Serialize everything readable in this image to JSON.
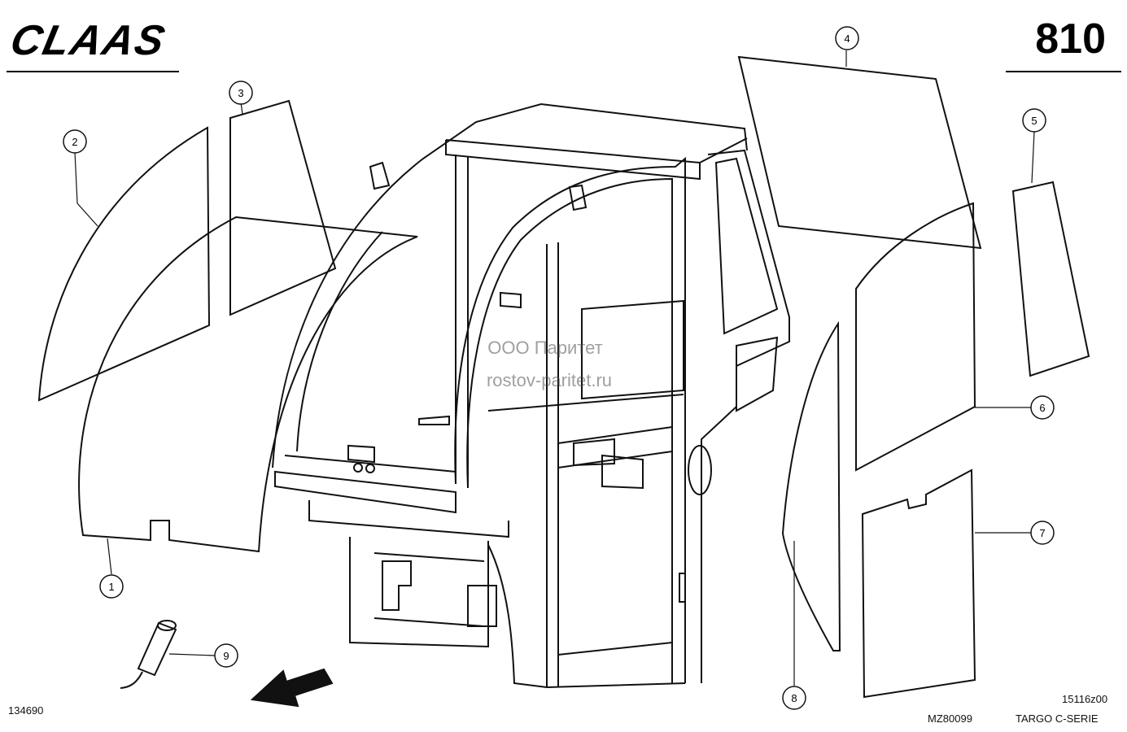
{
  "header": {
    "brand": "CLAAS",
    "page_number": "810"
  },
  "callouts": [
    "1",
    "2",
    "3",
    "4",
    "5",
    "6",
    "7",
    "8",
    "9"
  ],
  "watermark": {
    "line1": "ООО Паритет",
    "line2": "rostov-paritet.ru"
  },
  "footer": {
    "left_code": "134690",
    "drawing_code": "MZ80099",
    "ref_code": "15116z00",
    "series": "TARGO C-SERIE"
  },
  "colors": {
    "ink": "#111111",
    "background": "#ffffff"
  }
}
